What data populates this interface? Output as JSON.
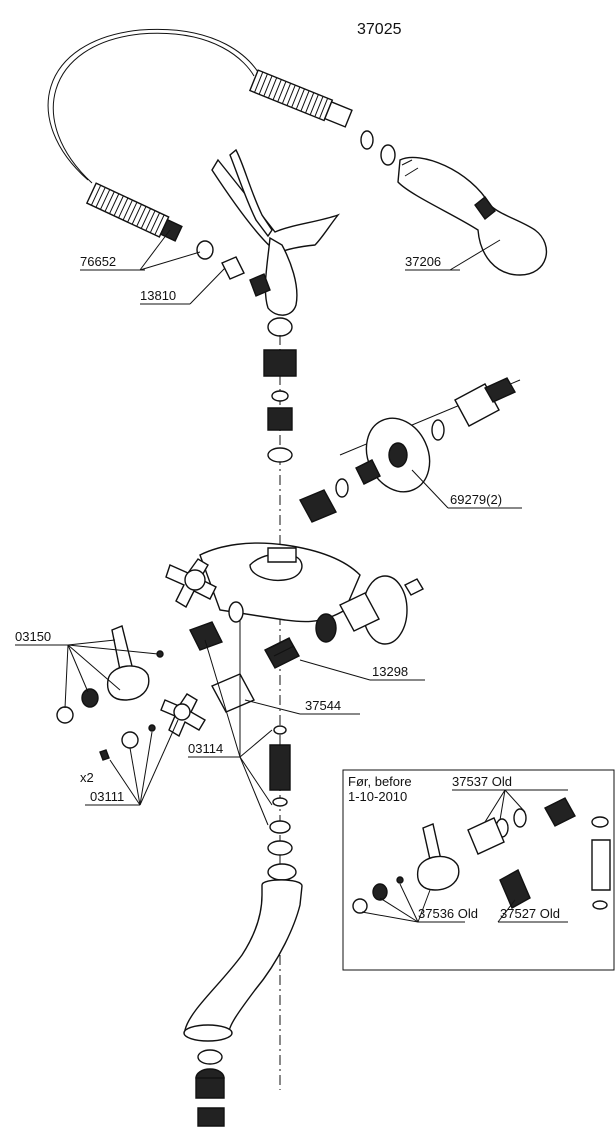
{
  "title": "37025",
  "labels": {
    "p76652": "76652",
    "p13810": "13810",
    "p37206": "37206",
    "p69279": "69279(2)",
    "p03150": "03150",
    "p13298": "13298",
    "p37544": "37544",
    "p03114": "03114",
    "x2": "x2",
    "p03111": "03111"
  },
  "inset": {
    "note_line1": "Før, before",
    "note_line2": "1-10-2010",
    "p37537": "37537 Old",
    "p37536": "37536 Old",
    "p37527": "37527 Old"
  }
}
